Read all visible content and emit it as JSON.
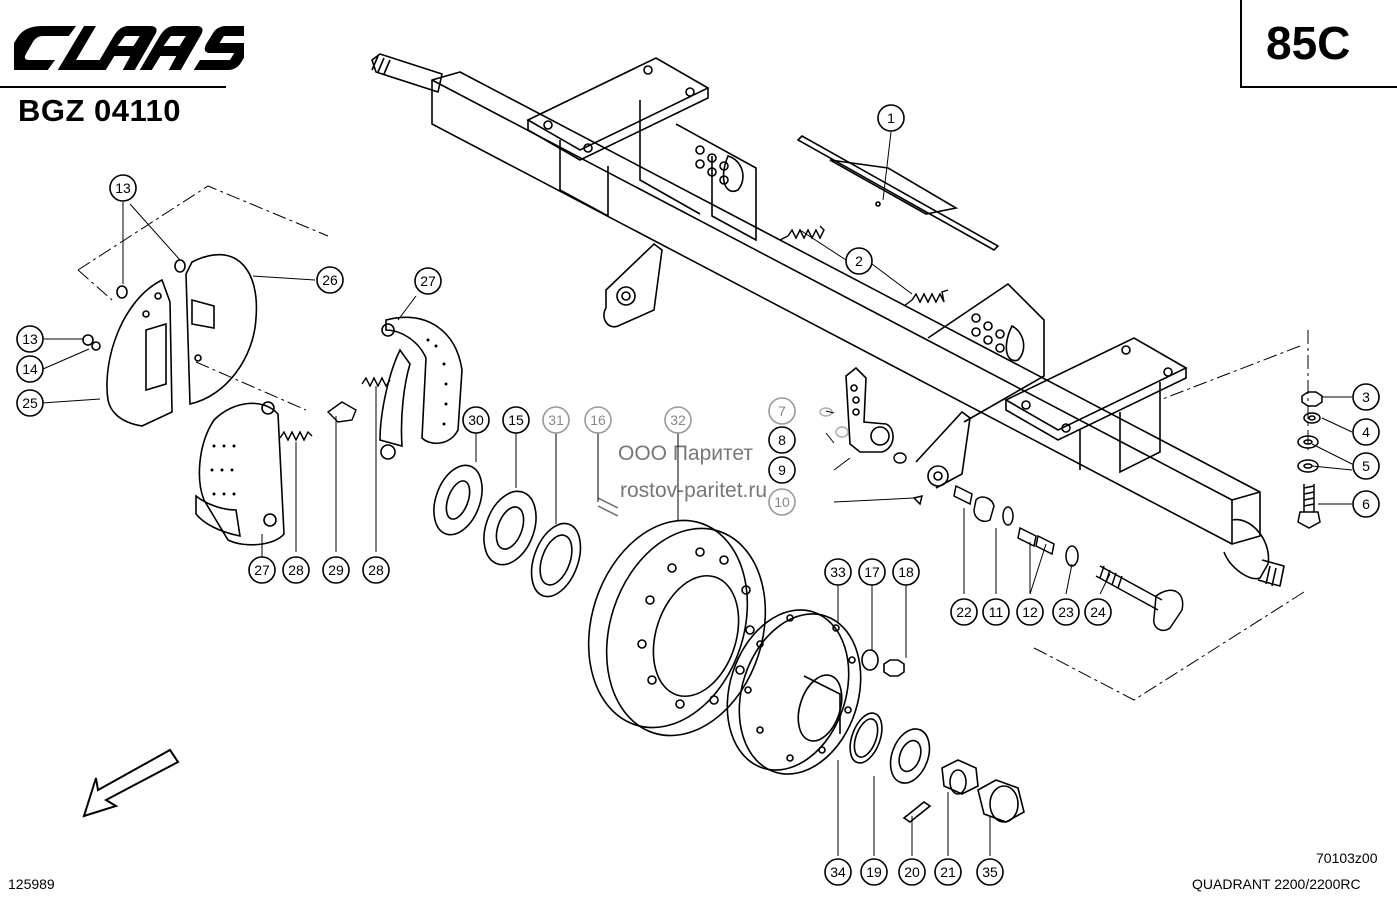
{
  "header": {
    "brand": "CLAAS",
    "catalog_code": "BGZ 04110",
    "page_number": "85C"
  },
  "footer": {
    "left_number": "125989",
    "drawing_code": "70103z00",
    "model": "QUADRANT 2200/2200RC"
  },
  "watermark": {
    "line1": "ООО Паритет",
    "line2": "rostov-paritet.ru"
  },
  "callouts": [
    {
      "n": "1"
    },
    {
      "n": "2"
    },
    {
      "n": "3"
    },
    {
      "n": "4"
    },
    {
      "n": "5"
    },
    {
      "n": "6"
    },
    {
      "n": "7"
    },
    {
      "n": "8"
    },
    {
      "n": "9"
    },
    {
      "n": "10"
    },
    {
      "n": "11"
    },
    {
      "n": "12"
    },
    {
      "n": "13"
    },
    {
      "n": "13"
    },
    {
      "n": "14"
    },
    {
      "n": "15"
    },
    {
      "n": "16"
    },
    {
      "n": "17"
    },
    {
      "n": "18"
    },
    {
      "n": "19"
    },
    {
      "n": "20"
    },
    {
      "n": "21"
    },
    {
      "n": "22"
    },
    {
      "n": "23"
    },
    {
      "n": "24"
    },
    {
      "n": "25"
    },
    {
      "n": "26"
    },
    {
      "n": "27"
    },
    {
      "n": "27"
    },
    {
      "n": "28"
    },
    {
      "n": "28"
    },
    {
      "n": "29"
    },
    {
      "n": "30"
    },
    {
      "n": "31"
    },
    {
      "n": "32"
    },
    {
      "n": "33"
    },
    {
      "n": "34"
    },
    {
      "n": "35"
    }
  ]
}
